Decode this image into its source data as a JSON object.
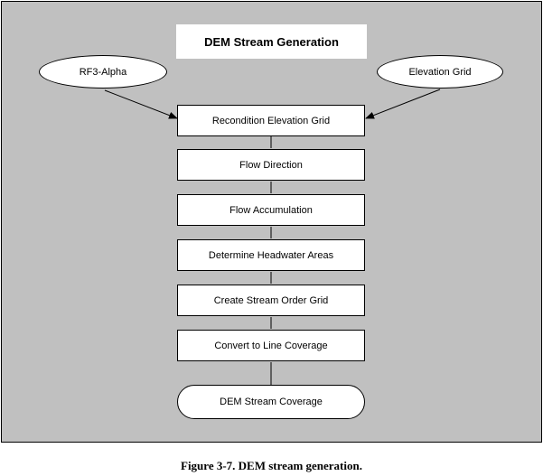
{
  "diagram": {
    "title": "DEM Stream Generation",
    "inputs": [
      {
        "label": "RF3-Alpha"
      },
      {
        "label": "Elevation Grid"
      }
    ],
    "steps": [
      {
        "label": "Recondition Elevation Grid"
      },
      {
        "label": "Flow Direction"
      },
      {
        "label": "Flow Accumulation"
      },
      {
        "label": "Determine Headwater Areas"
      },
      {
        "label": "Create Stream Order Grid"
      },
      {
        "label": "Convert to Line Coverage"
      }
    ],
    "output": {
      "label": "DEM Stream Coverage"
    },
    "edges": [
      {
        "from": "RF3-Alpha",
        "to": "Recondition Elevation Grid"
      },
      {
        "from": "Elevation Grid",
        "to": "Recondition Elevation Grid"
      },
      {
        "from": "Recondition Elevation Grid",
        "to": "Flow Direction"
      },
      {
        "from": "Flow Direction",
        "to": "Flow Accumulation"
      },
      {
        "from": "Flow Accumulation",
        "to": "Determine Headwater Areas"
      },
      {
        "from": "Determine Headwater Areas",
        "to": "Create Stream Order Grid"
      },
      {
        "from": "Create Stream Order Grid",
        "to": "Convert to Line Coverage"
      },
      {
        "from": "Convert to Line Coverage",
        "to": "DEM Stream Coverage"
      }
    ]
  },
  "caption": "Figure 3-7.  DEM stream generation."
}
